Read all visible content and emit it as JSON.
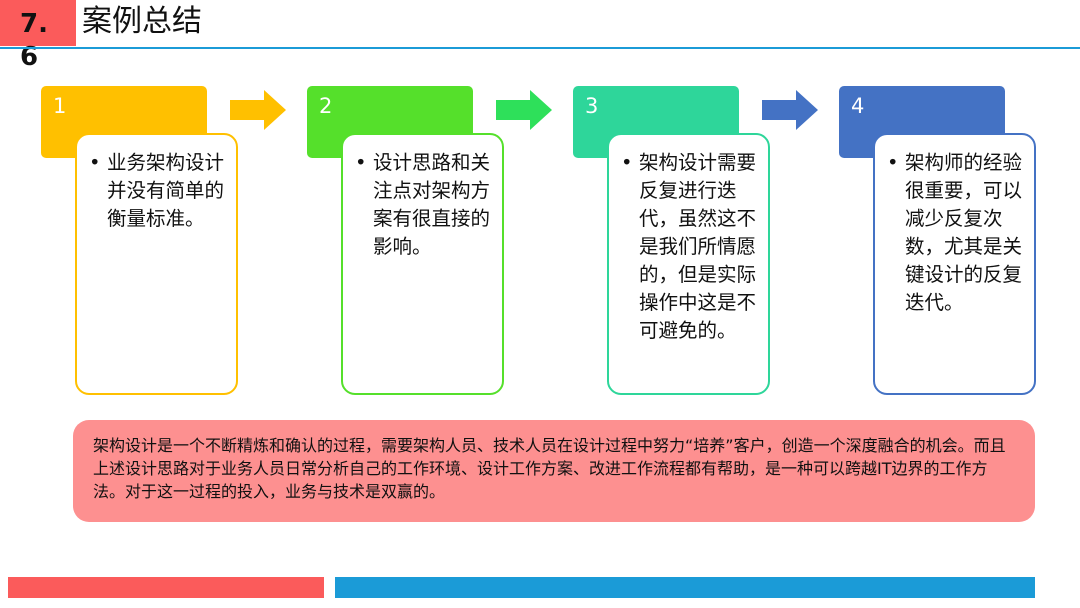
{
  "header": {
    "section_number": "7.6",
    "title": "案例总结"
  },
  "steps": [
    {
      "number": "1",
      "text": "业务架构设计并没有简单的衡量标准。",
      "color": "#ffc000"
    },
    {
      "number": "2",
      "text": "设计思路和关注点对架构方案有很直接的影响。",
      "color": "#55e02b"
    },
    {
      "number": "3",
      "text": "架构设计需要反复进行迭代，虽然这不是我们所情愿的，但是实际操作中这是不可避免的。",
      "color": "#2ed69a"
    },
    {
      "number": "4",
      "text": "架构师的经验很重要，可以减少反复次数，尤其是关键设计的反复迭代。",
      "color": "#4472c4"
    }
  ],
  "summary": "架构设计是一个不断精炼和确认的过程，需要架构人员、技术人员在设计过程中努力“培养”客户，创造一个深度融合的机会。而且上述设计思路对于业务人员日常分析自己的工作环境、设计工作方案、改进工作流程都有帮助，是一种可以跨越IT边界的工作方法。对于这一过程的投入，业务与技术是双赢的。",
  "colors": {
    "accent_red": "#fb5b5b",
    "accent_blue": "#1b9bd7",
    "summary_bg": "#fd9090"
  }
}
